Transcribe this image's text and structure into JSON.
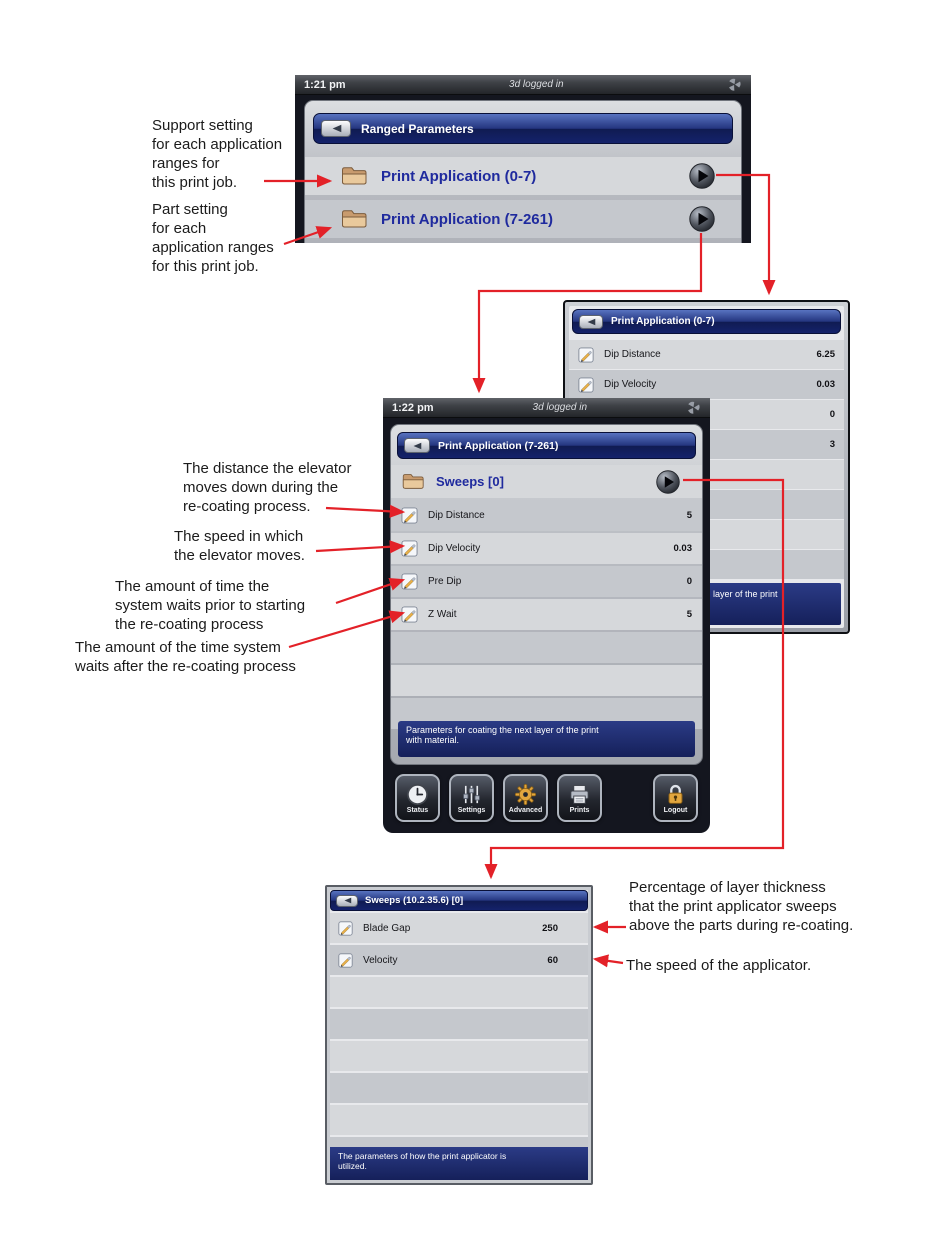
{
  "callouts": {
    "support_setting": "Support setting\nfor each application\nranges for\nthis print job.",
    "part_setting": "Part setting\nfor each\napplication ranges\nfor this print job.",
    "dip_distance": "The distance the elevator\nmoves down during the\nre-coating process.",
    "dip_velocity": "The speed in which\nthe elevator moves.",
    "pre_dip": "The amount of time the\nsystem waits prior to starting\nthe re-coating process",
    "z_wait": "The amount of the time system\nwaits after the re-coating process",
    "blade_gap": "Percentage of layer thickness\nthat the print applicator sweeps\nabove the parts during re-coating.",
    "velocity": "The speed of the applicator."
  },
  "ranged_screen": {
    "status_time": "1:21 pm",
    "status_user": "3d logged in",
    "title": "Ranged Parameters",
    "items": [
      {
        "label": "Print Application (0-7)"
      },
      {
        "label": "Print Application (7-261)"
      }
    ]
  },
  "app07_screen": {
    "title": "Print Application (0-7)",
    "rows": [
      {
        "label": "Dip Distance",
        "value": "6.25"
      },
      {
        "label": "Dip Velocity",
        "value": "0.03"
      },
      {
        "label": "",
        "value": "0"
      },
      {
        "label": "",
        "value": "3"
      }
    ],
    "footer_visible": "layer of the print"
  },
  "app7261_screen": {
    "status_time": "1:22 pm",
    "status_user": "3d logged in",
    "title": "Print Application (7-261)",
    "folder_item": {
      "label": "Sweeps [0]"
    },
    "rows": [
      {
        "label": "Dip Distance",
        "value": "5"
      },
      {
        "label": "Dip Velocity",
        "value": "0.03"
      },
      {
        "label": "Pre Dip",
        "value": "0"
      },
      {
        "label": "Z Wait",
        "value": "5"
      }
    ],
    "footer": "Parameters for coating the next layer of the print\nwith material.",
    "toolbar": [
      {
        "label": "Status",
        "icon": "clock-icon"
      },
      {
        "label": "Settings",
        "icon": "sliders-icon"
      },
      {
        "label": "Advanced",
        "icon": "gear-icon"
      },
      {
        "label": "Prints",
        "icon": "printer-icon"
      },
      {
        "label": "Logout",
        "icon": "lock-icon"
      }
    ]
  },
  "sweeps_screen": {
    "title": "Sweeps (10.2.35.6) [0]",
    "rows": [
      {
        "label": "Blade Gap",
        "value": "250"
      },
      {
        "label": "Velocity",
        "value": "60"
      }
    ],
    "footer": "The parameters of how the print applicator is\nutilized."
  },
  "colors": {
    "arrow_red": "#e32128",
    "titlebar_blue": "#1a2a6e",
    "item_label_blue": "#1f2a9e"
  }
}
